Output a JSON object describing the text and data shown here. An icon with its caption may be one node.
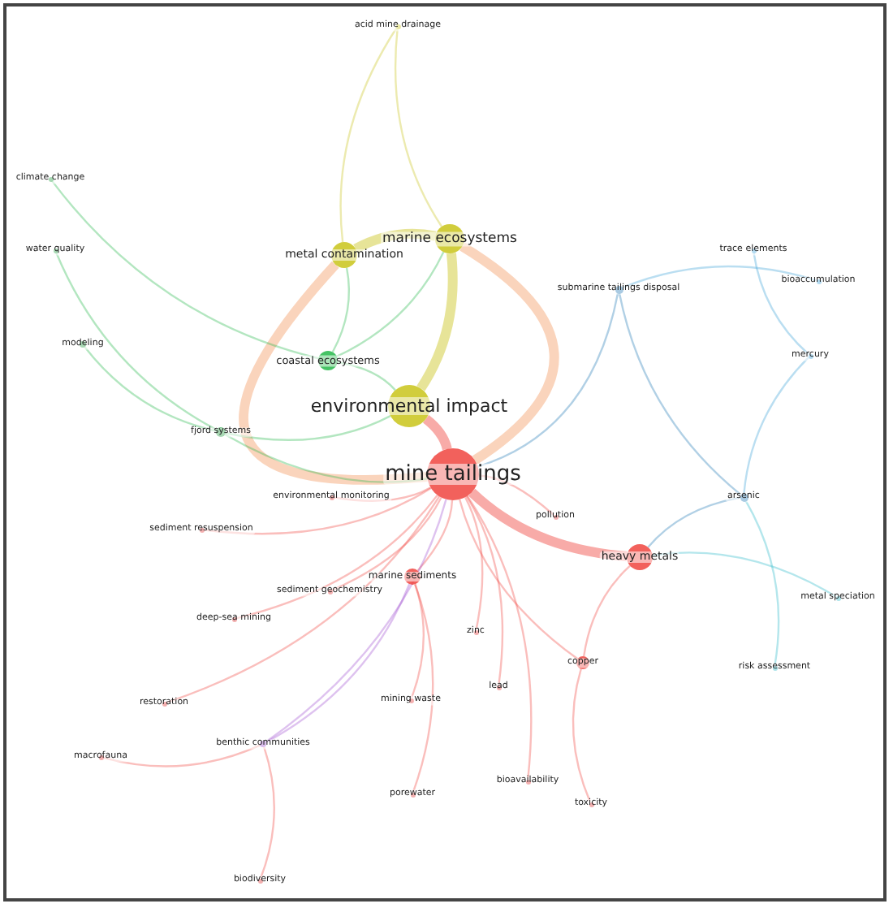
{
  "diagram": {
    "nodes": [
      {
        "text": [
          "mine tailings"
        ]
      },
      {
        "text": [
          "environmental impact"
        ]
      },
      {
        "text": [
          "marine ecosystems"
        ]
      },
      {
        "text": [
          "metal contamination"
        ]
      },
      {
        "text": [
          "coastal ecosystems"
        ]
      },
      {
        "text": [
          "fjord systems"
        ]
      },
      {
        "text": [
          "modeling"
        ]
      },
      {
        "text": [
          "water quality"
        ]
      },
      {
        "text": [
          "climate change"
        ]
      },
      {
        "text": [
          "acid mine drainage"
        ]
      },
      {
        "text": [
          "submarine tailings disposal"
        ]
      },
      {
        "text": [
          "trace elements"
        ]
      },
      {
        "text": [
          "bioaccumulation"
        ]
      },
      {
        "text": [
          "mercury"
        ]
      },
      {
        "text": [
          "arsenic"
        ]
      },
      {
        "text": [
          "heavy metals"
        ]
      },
      {
        "text": [
          "metal speciation"
        ]
      },
      {
        "text": [
          "risk assessment"
        ]
      },
      {
        "text": [
          "pollution"
        ]
      },
      {
        "text": [
          "environmental monitoring"
        ]
      },
      {
        "text": [
          "sediment resuspension"
        ]
      },
      {
        "text": [
          "marine sediments"
        ]
      },
      {
        "text": [
          "sediment geochemistry"
        ]
      },
      {
        "text": [
          "deep-sea mining"
        ]
      },
      {
        "text": [
          "zinc"
        ]
      },
      {
        "text": [
          "copper"
        ]
      },
      {
        "text": [
          "lead"
        ]
      },
      {
        "text": [
          "restoration"
        ]
      },
      {
        "text": [
          "mining waste"
        ]
      },
      {
        "text": [
          "benthic communities"
        ]
      },
      {
        "text": [
          "macrofauna"
        ]
      },
      {
        "text": [
          "bioavailability"
        ]
      },
      {
        "text": [
          "toxicity"
        ]
      },
      {
        "text": [
          "porewater"
        ]
      },
      {
        "text": [
          "biodiversity"
        ]
      }
    ],
    "edges": [
      {
        "from": 0,
        "to": 1,
        "arrow": "none",
        "style": "thick"
      },
      {
        "from": 1,
        "to": 2,
        "arrow": "none",
        "style": "thick",
        "color": "#c9c41a"
      },
      {
        "from": 0,
        "to": 2,
        "arrow": "none",
        "style": "thick",
        "color": "#f5a06a"
      },
      {
        "from": 2,
        "to": 3,
        "arrow": "none",
        "style": "thick",
        "color": "#c9c41a"
      },
      {
        "from": 3,
        "to": 0,
        "arrow": "none",
        "style": "thick",
        "color": "#f5a06a"
      },
      {
        "from": 0,
        "to": 15,
        "arrow": "none",
        "style": "thick"
      },
      {
        "from": 0,
        "to": 25,
        "arrow": "none"
      },
      {
        "from": 15,
        "to": 25,
        "arrow": "none"
      },
      {
        "from": 25,
        "to": 32,
        "arrow": "none"
      },
      {
        "from": 1,
        "to": 4,
        "arrow": "none",
        "color": "#26b84a"
      },
      {
        "from": 4,
        "to": 3,
        "arrow": "none",
        "color": "#26b84a"
      },
      {
        "from": 4,
        "to": 2,
        "arrow": "none",
        "color": "#26b84a"
      },
      {
        "from": 5,
        "to": 1,
        "arrow": "none",
        "color": "#26b84a"
      },
      {
        "from": 5,
        "to": 0,
        "arrow": "none",
        "color": "#26b84a"
      },
      {
        "from": 6,
        "to": 5,
        "arrow": "none",
        "color": "#26b84a"
      },
      {
        "from": 7,
        "to": 5,
        "arrow": "none",
        "color": "#26b84a"
      },
      {
        "from": 8,
        "to": 4,
        "arrow": "none",
        "color": "#26b84a"
      },
      {
        "from": 9,
        "to": 2,
        "arrow": "none",
        "color": "#c9c41a"
      },
      {
        "from": 9,
        "to": 3,
        "arrow": "none",
        "color": "#c9c41a"
      },
      {
        "from": 10,
        "to": 0,
        "arrow": "none",
        "color": "#1f77b4"
      },
      {
        "from": 10,
        "to": 14,
        "arrow": "none",
        "color": "#1f77b4"
      },
      {
        "from": 11,
        "to": 13,
        "arrow": "none",
        "color": "#3aa0d8"
      },
      {
        "from": 12,
        "to": 10,
        "arrow": "none",
        "color": "#3aa0d8"
      },
      {
        "from": 13,
        "to": 14,
        "arrow": "none",
        "color": "#3aa0d8"
      },
      {
        "from": 14,
        "to": 15,
        "arrow": "none",
        "color": "#1f77b4"
      },
      {
        "from": 16,
        "to": 15,
        "arrow": "none",
        "color": "#29b8c8"
      },
      {
        "from": 17,
        "to": 14,
        "arrow": "none",
        "color": "#29b8c8"
      },
      {
        "from": 18,
        "to": 0,
        "arrow": "none"
      },
      {
        "from": 19,
        "to": 0,
        "arrow": "none"
      },
      {
        "from": 20,
        "to": 0,
        "arrow": "none"
      },
      {
        "from": 21,
        "to": 0,
        "arrow": "none"
      },
      {
        "from": 22,
        "to": 0,
        "arrow": "none"
      },
      {
        "from": 23,
        "to": 0,
        "arrow": "none"
      },
      {
        "from": 24,
        "to": 0,
        "arrow": "none"
      },
      {
        "from": 26,
        "to": 0,
        "arrow": "none"
      },
      {
        "from": 27,
        "to": 0,
        "arrow": "none"
      },
      {
        "from": 28,
        "to": 21,
        "arrow": "none"
      },
      {
        "from": 29,
        "to": 0,
        "arrow": "none",
        "color": "#a050d0"
      },
      {
        "from": 29,
        "to": 21,
        "arrow": "none",
        "color": "#a050d0"
      },
      {
        "from": 30,
        "to": 29,
        "arrow": "none"
      },
      {
        "from": 31,
        "to": 0,
        "arrow": "none"
      },
      {
        "from": 33,
        "to": 21,
        "arrow": "none"
      },
      {
        "from": 34,
        "to": 29,
        "arrow": "none"
      }
    ]
  }
}
